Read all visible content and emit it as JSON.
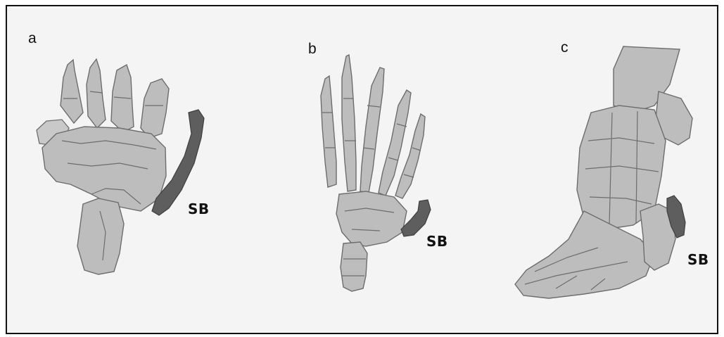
{
  "figure": {
    "panels": [
      {
        "id": "a",
        "label": "a",
        "sesamoid_label": "SB"
      },
      {
        "id": "b",
        "label": "b",
        "sesamoid_label": "SB"
      },
      {
        "id": "c",
        "label": "c",
        "sesamoid_label": "SB"
      }
    ]
  },
  "colors": {
    "bone_fill": "#bdbdbd",
    "bone_outline": "#6d6d6d",
    "sesamoid_fill": "#5e5e5e",
    "frame_border": "#111111"
  }
}
